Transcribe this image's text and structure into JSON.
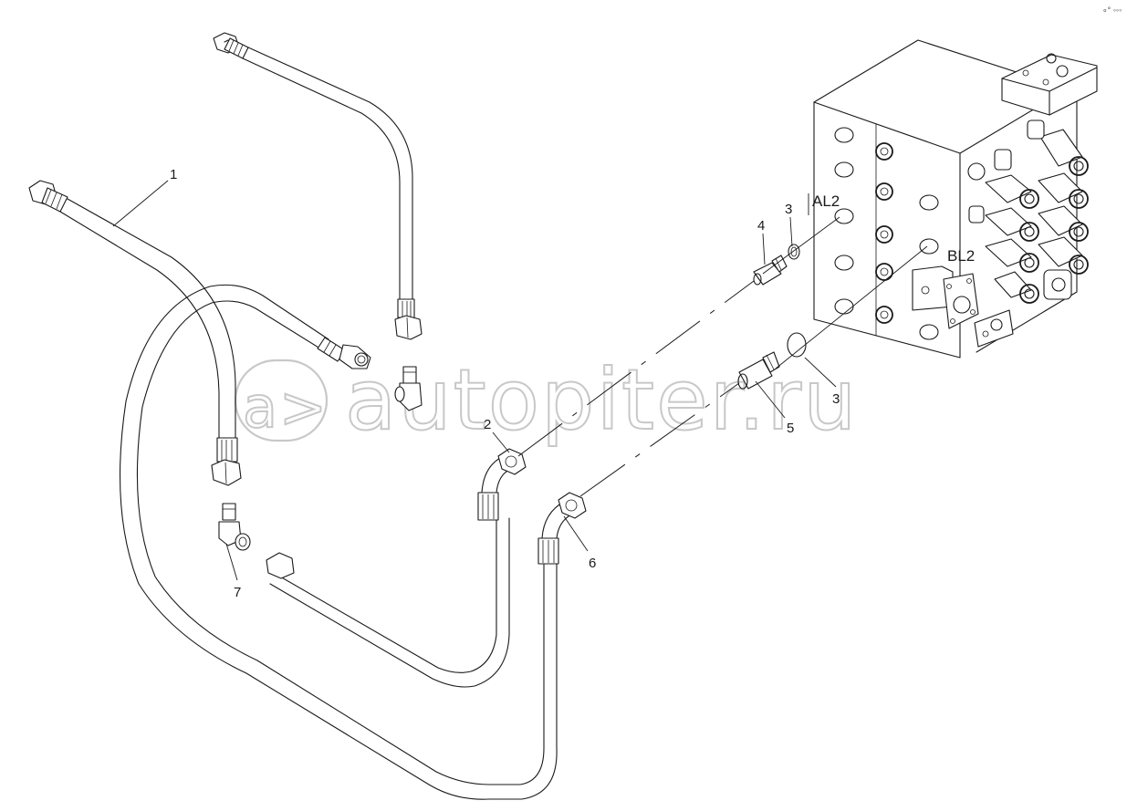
{
  "diagram": {
    "type": "exploded parts diagram",
    "subject": "Hydraulic hose connections to control valve block",
    "callouts": [
      {
        "id": "1",
        "label": "1",
        "part": "long hose with hex fittings"
      },
      {
        "id": "2",
        "label": "2",
        "part": "hose with elbow fitting (to port AL2)"
      },
      {
        "id": "3a",
        "label": "3",
        "part": "O-ring seal (port AL2)"
      },
      {
        "id": "3b",
        "label": "3",
        "part": "O-ring seal (port BL2)"
      },
      {
        "id": "4",
        "label": "4",
        "part": "adapter fitting (port AL2)"
      },
      {
        "id": "5",
        "label": "5",
        "part": "adapter fitting (port BL2)"
      },
      {
        "id": "6",
        "label": "6",
        "part": "hose with elbow fitting (to port BL2)"
      },
      {
        "id": "7",
        "label": "7",
        "part": "elbow quick-connect fitting"
      }
    ],
    "port_labels": {
      "al2": "AL2",
      "bl2": "BL2"
    },
    "watermark": {
      "logo_glyph": "a>",
      "text": "autopiter.ru"
    },
    "corner_mark": "∘° ◦◦◦",
    "colors": {
      "line": "#1a1a1a",
      "background": "#ffffff",
      "watermark": "#c8c8c8"
    }
  }
}
